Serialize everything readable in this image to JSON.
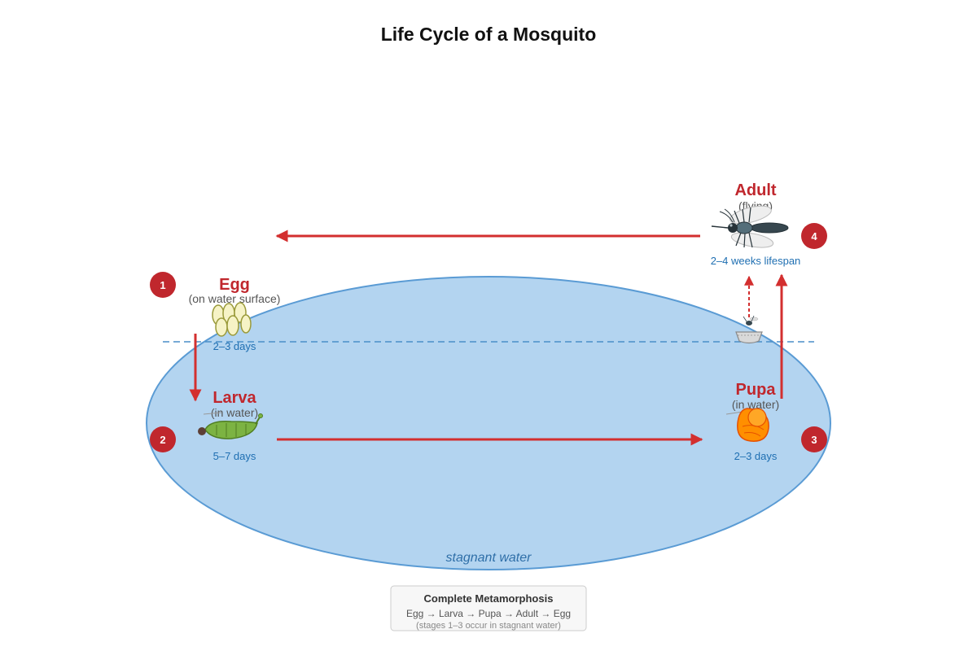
{
  "title": "Life Cycle of a Mosquito",
  "water_label": "stagnant water",
  "stages": {
    "egg": {
      "number": "1",
      "name": "Egg",
      "sub": "(on water surface)",
      "duration": "2–3 days"
    },
    "larva": {
      "number": "2",
      "name": "Larva",
      "sub": "(in water)",
      "duration": "5–7 days"
    },
    "pupa": {
      "number": "3",
      "name": "Pupa",
      "sub": "(in water)",
      "duration": "2–3 days"
    },
    "adult": {
      "number": "4",
      "name": "Adult",
      "sub": "(flying)",
      "duration": "2–4 weeks lifespan"
    }
  },
  "legend": {
    "title": "Complete Metamorphosis",
    "sequence": "Egg → Larva → Pupa → Adult → Egg",
    "note": "(stages 1–3 occur in stagnant water)"
  },
  "colors": {
    "accent": "#c0272d",
    "arrow": "#d32f2f",
    "water_fill": "#b3d4f0",
    "water_stroke": "#5a9bd4",
    "duration_text": "#1f6fb2"
  }
}
